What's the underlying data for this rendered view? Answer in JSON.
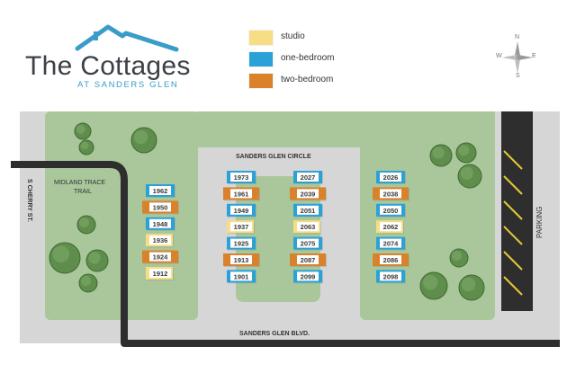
{
  "logo": {
    "title": "The Cottages",
    "subtitle": "AT SANDERS GLEN",
    "accent_color": "#3a9cc8"
  },
  "legend": [
    {
      "label": "studio",
      "color": "#f6dd86"
    },
    {
      "label": "one-bedroom",
      "color": "#2aa2d8"
    },
    {
      "label": "two-bedroom",
      "color": "#d9822b"
    }
  ],
  "compass": {
    "n": "N",
    "s": "S",
    "e": "E",
    "w": "W"
  },
  "map": {
    "labels": {
      "circle": "SANDERS GLEN CIRCLE",
      "blvd": "SANDERS GLEN BLVD.",
      "trail_line1": "MIDLAND TRACE",
      "trail_line2": "TRAIL",
      "cherry": "S CHERRY ST.",
      "parking": "PARKING"
    },
    "colors": {
      "lawn": "#a9c79a",
      "pavement": "#d6d6d6",
      "road": "#2e2e2e",
      "parking_stripes": "#e2c93a"
    }
  },
  "units": [
    {
      "number": "1962",
      "type": "one-bedroom"
    },
    {
      "number": "1950",
      "type": "two-bedroom"
    },
    {
      "number": "1948",
      "type": "one-bedroom"
    },
    {
      "number": "1936",
      "type": "studio"
    },
    {
      "number": "1924",
      "type": "two-bedroom"
    },
    {
      "number": "1912",
      "type": "studio"
    },
    {
      "number": "1973",
      "type": "one-bedroom"
    },
    {
      "number": "1961",
      "type": "two-bedroom"
    },
    {
      "number": "1949",
      "type": "one-bedroom"
    },
    {
      "number": "1937",
      "type": "studio"
    },
    {
      "number": "1925",
      "type": "one-bedroom"
    },
    {
      "number": "1913",
      "type": "two-bedroom"
    },
    {
      "number": "1901",
      "type": "one-bedroom"
    },
    {
      "number": "2027",
      "type": "one-bedroom"
    },
    {
      "number": "2039",
      "type": "two-bedroom"
    },
    {
      "number": "2051",
      "type": "one-bedroom"
    },
    {
      "number": "2063",
      "type": "studio"
    },
    {
      "number": "2075",
      "type": "one-bedroom"
    },
    {
      "number": "2087",
      "type": "two-bedroom"
    },
    {
      "number": "2099",
      "type": "one-bedroom"
    },
    {
      "number": "2026",
      "type": "one-bedroom"
    },
    {
      "number": "2038",
      "type": "two-bedroom"
    },
    {
      "number": "2050",
      "type": "one-bedroom"
    },
    {
      "number": "2062",
      "type": "studio"
    },
    {
      "number": "2074",
      "type": "one-bedroom"
    },
    {
      "number": "2086",
      "type": "two-bedroom"
    },
    {
      "number": "2098",
      "type": "one-bedroom"
    }
  ]
}
